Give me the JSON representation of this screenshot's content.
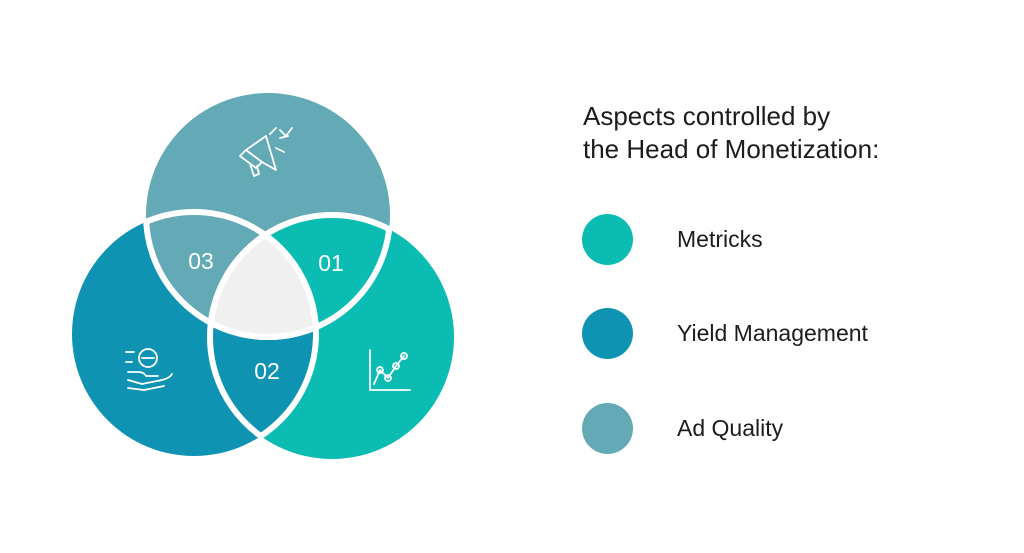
{
  "colors": {
    "metrics": "#0bbcb2",
    "yield": "#0f93b3",
    "ad_quality": "#63a9b6",
    "center": "#f0f0f0",
    "outline": "#ffffff"
  },
  "diagram": {
    "regions": [
      {
        "id": "01",
        "label": "01"
      },
      {
        "id": "02",
        "label": "02"
      },
      {
        "id": "03",
        "label": "03"
      }
    ],
    "icons": {
      "top": "megaphone-icon",
      "left": "hand-coin-icon",
      "right": "line-chart-icon"
    }
  },
  "legend": {
    "title_line1": "Aspects controlled by",
    "title_line2": "the Head of Monetization:",
    "items": [
      {
        "label": "Metricks",
        "color": "#0bbcb2"
      },
      {
        "label": "Yield Management",
        "color": "#0f93b3"
      },
      {
        "label": "Ad Quality",
        "color": "#63a9b6"
      }
    ]
  }
}
